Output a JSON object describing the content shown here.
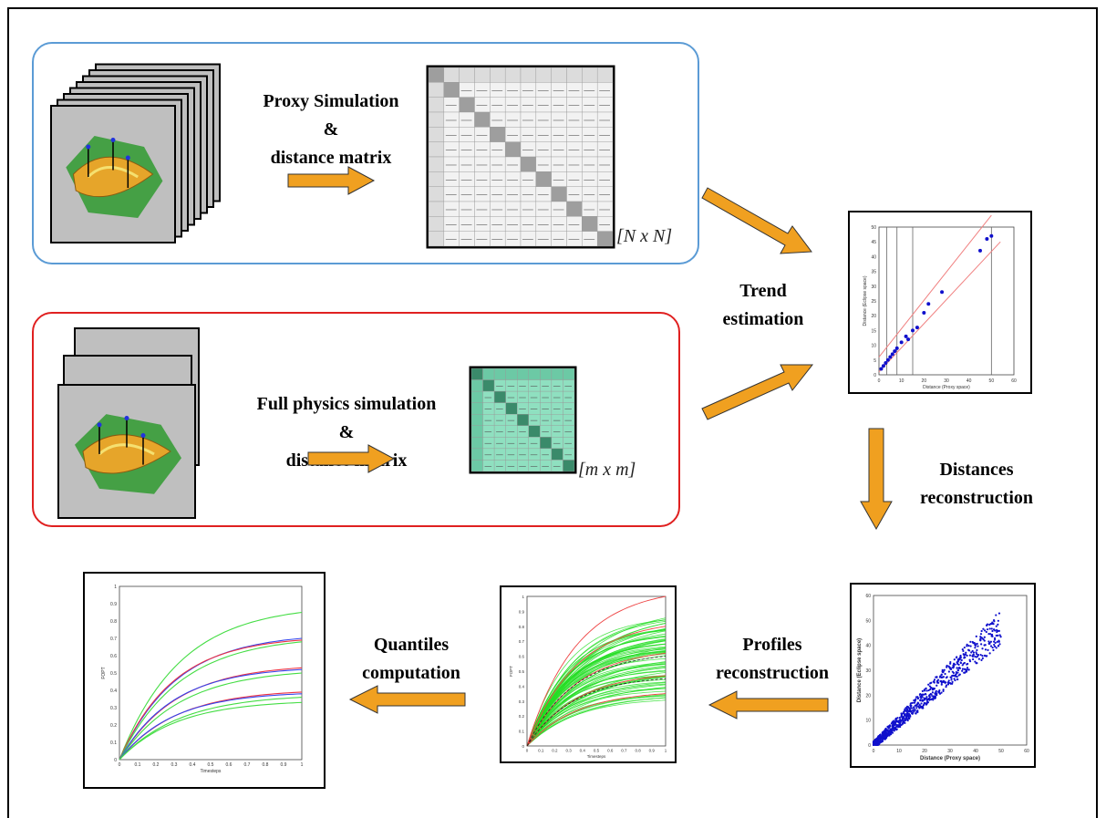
{
  "labels": {
    "proxy_line1": "Proxy Simulation",
    "proxy_line2": "&",
    "proxy_line3": "distance matrix",
    "full_line1": "Full physics simulation",
    "full_line2": "&",
    "full_line3": "distance matrix",
    "trend_line1": "Trend",
    "trend_line2": "estimation",
    "dist_line1": "Distances",
    "dist_line2": "reconstruction",
    "profiles_line1": "Profiles",
    "profiles_line2": "reconstruction",
    "quantiles_line1": "Quantiles",
    "quantiles_line2": "computation",
    "proxy_matrix_size": "[N x N]",
    "full_matrix_size": "[m x m]"
  },
  "colors": {
    "arrow": "#f0a020",
    "arrow_stroke": "#333333",
    "proxy_box": "#5b9bd5",
    "full_box": "#e02020",
    "points": "#1010cc",
    "profiles_green": "#22dd22",
    "profiles_red": "#ee4444"
  },
  "chart_data": [
    {
      "type": "scatter",
      "xlabel": "Distance (Proxy space)",
      "ylabel": "Distance (Eclipse space)",
      "xlim": [
        0,
        60
      ],
      "ylim": [
        0,
        50
      ],
      "xticks": [
        "0",
        "10",
        "20",
        "30",
        "40",
        "50",
        "60"
      ],
      "yticks": [
        "0",
        "5",
        "10",
        "15",
        "20",
        "25",
        "30",
        "35",
        "40",
        "45",
        "50"
      ],
      "points": [
        [
          1,
          2
        ],
        [
          2,
          3
        ],
        [
          3,
          4
        ],
        [
          4,
          5
        ],
        [
          5,
          6
        ],
        [
          6,
          7
        ],
        [
          7,
          8
        ],
        [
          8,
          9
        ],
        [
          10,
          11
        ],
        [
          12,
          13
        ],
        [
          13,
          12
        ],
        [
          15,
          15
        ],
        [
          17,
          16
        ],
        [
          20,
          21
        ],
        [
          22,
          24
        ],
        [
          28,
          28
        ],
        [
          45,
          42
        ],
        [
          48,
          46
        ],
        [
          50,
          47
        ]
      ]
    },
    {
      "type": "scatter",
      "xlabel": "Distance (Proxy space)",
      "ylabel": "Distance (Eclipse space)",
      "xlim": [
        0,
        60
      ],
      "ylim": [
        0,
        60
      ],
      "xticks": [
        "0",
        "10",
        "20",
        "30",
        "40",
        "50",
        "60"
      ],
      "yticks": [
        "0",
        "10",
        "20",
        "30",
        "40",
        "50",
        "60"
      ]
    },
    {
      "type": "line",
      "xlabel": "Timesteps",
      "ylabel": "FOPT",
      "xlim": [
        0,
        1
      ],
      "ylim": [
        0,
        1
      ],
      "xticks": [
        "0",
        "0.1",
        "0.2",
        "0.3",
        "0.4",
        "0.5",
        "0.6",
        "0.7",
        "0.8",
        "0.9",
        "1"
      ],
      "yticks": [
        "0",
        "0.1",
        "0.2",
        "0.3",
        "0.4",
        "0.5",
        "0.6",
        "0.7",
        "0.8",
        "0.9",
        "1"
      ]
    },
    {
      "type": "line",
      "xlabel": "Timesteps",
      "ylabel": "FOPT",
      "xlim": [
        0,
        1
      ],
      "ylim": [
        0,
        1
      ],
      "xticks": [
        "0",
        "0.1",
        "0.2",
        "0.3",
        "0.4",
        "0.5",
        "0.6",
        "0.7",
        "0.8",
        "0.9",
        "1"
      ],
      "yticks": [
        "0",
        "0.1",
        "0.2",
        "0.3",
        "0.4",
        "0.5",
        "0.6",
        "0.7",
        "0.8",
        "0.9",
        "1"
      ],
      "series": [
        {
          "color": "green",
          "final": 0.85
        },
        {
          "color": "blue",
          "final": 0.7
        },
        {
          "color": "red",
          "final": 0.69
        },
        {
          "color": "green",
          "final": 0.68
        },
        {
          "color": "red",
          "final": 0.53
        },
        {
          "color": "blue",
          "final": 0.52
        },
        {
          "color": "green",
          "final": 0.5
        },
        {
          "color": "red",
          "final": 0.39
        },
        {
          "color": "blue",
          "final": 0.38
        },
        {
          "color": "green",
          "final": 0.36
        },
        {
          "color": "green",
          "final": 0.33
        }
      ]
    }
  ]
}
